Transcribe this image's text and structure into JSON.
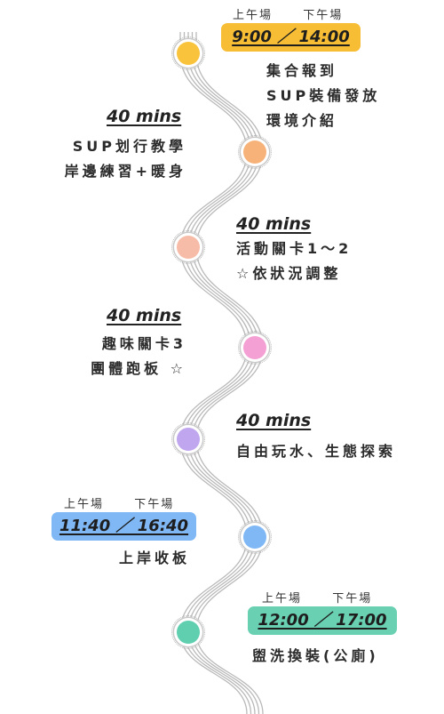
{
  "colors": {
    "path": "#b9b9b9",
    "node1": "#f9c33c",
    "node2": "#f7b27a",
    "node3": "#f7bca8",
    "node4": "#f4a0d4",
    "node5": "#bfa6ee",
    "node6": "#7fb8f5",
    "node7": "#5fcfb0",
    "pill1": "#f7bd35",
    "pill2": "#7fb8f5",
    "pill3": "#69d0b2"
  },
  "session1": {
    "am": "上午場",
    "pm": "下午場",
    "time": "9:00 ／ 14:00"
  },
  "step1": {
    "lines": [
      "集合報到",
      "SUP裝備發放",
      "環境介紹"
    ]
  },
  "step2": {
    "duration": "40 mins",
    "lines": [
      "SUP划行教學",
      "岸邊練習+暖身"
    ]
  },
  "step3": {
    "duration": "40 mins",
    "lines": [
      "活動關卡1～2",
      "☆依狀況調整"
    ]
  },
  "step4": {
    "duration": "40 mins",
    "lines": [
      "趣味關卡3",
      "團體跑板 ☆"
    ]
  },
  "step5": {
    "duration": "40 mins",
    "lines": [
      "自由玩水、生態探索"
    ]
  },
  "session2": {
    "am": "上午場",
    "pm": "下午場",
    "time": "11:40 ／ 16:40",
    "line": "上岸收板"
  },
  "session3": {
    "am": "上午場",
    "pm": "下午場",
    "time": "12:00 ／ 17:00",
    "line": "盥洗換裝(公廁)"
  }
}
